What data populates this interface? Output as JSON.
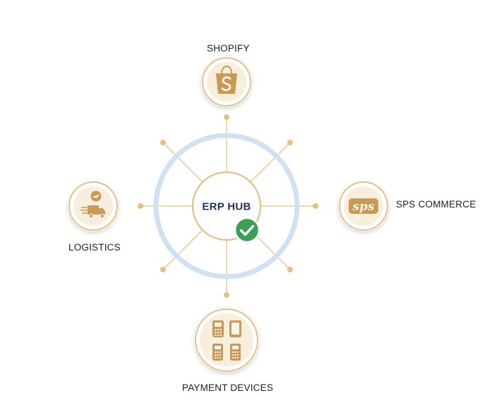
{
  "hub": {
    "title": "ERP HUB",
    "status_icon": "check-icon"
  },
  "nodes": {
    "top": {
      "label": "SHOPIFY",
      "icon": "shopify-bag-icon"
    },
    "right": {
      "label": "SPS COMMERCE",
      "icon": "sps-logo-icon",
      "logo_text": "sps"
    },
    "left": {
      "label": "LOGISTICS",
      "icon": "delivery-truck-icon"
    },
    "bottom": {
      "label": "PAYMENT DEVICES",
      "icon": "payment-terminals-icon"
    }
  },
  "colors": {
    "ring": "#cfe2f3",
    "gold": "#e2c185",
    "gold_dark": "#c99a55",
    "icon_bg": "#f8eedd",
    "check": "#3aa055",
    "hub_text": "#1f3358"
  }
}
